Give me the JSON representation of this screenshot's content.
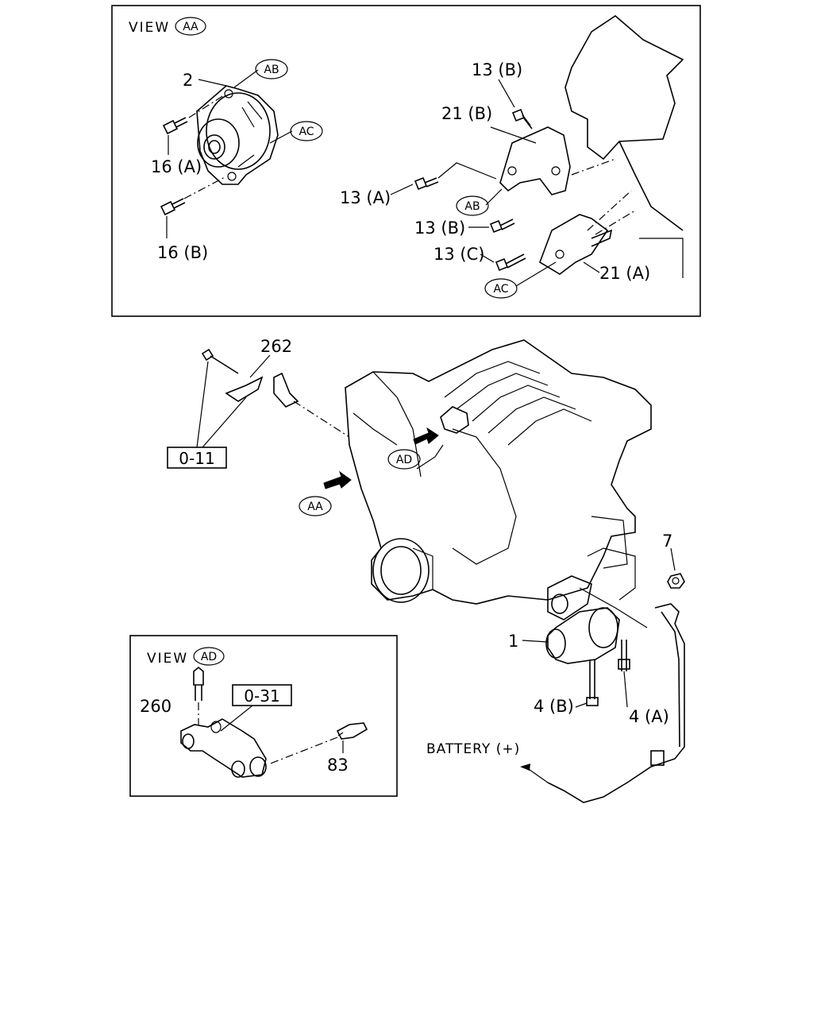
{
  "views": {
    "aa": {
      "prefix": "VIEW",
      "tag": "AA"
    },
    "ad": {
      "prefix": "VIEW",
      "tag": "AD"
    }
  },
  "tags": {
    "ab": "AB",
    "ac": "AC",
    "aa": "AA",
    "ad": "AD"
  },
  "callouts": {
    "p2": "2",
    "p16a": "16 (A)",
    "p16b": "16 (B)",
    "p13b_top": "13 (B)",
    "p21b": "21 (B)",
    "p13a": "13 (A)",
    "p13b_mid": "13 (B)",
    "p13c": "13 (C)",
    "p21a": "21 (A)",
    "p262": "262",
    "p7": "7",
    "p1": "1",
    "p4b": "4 (B)",
    "p4a": "4 (A)",
    "p260": "260",
    "p83": "83"
  },
  "boxed_refs": {
    "ref011": "0-11",
    "ref031": "0-31"
  },
  "battery_label": "BATTERY (+)"
}
